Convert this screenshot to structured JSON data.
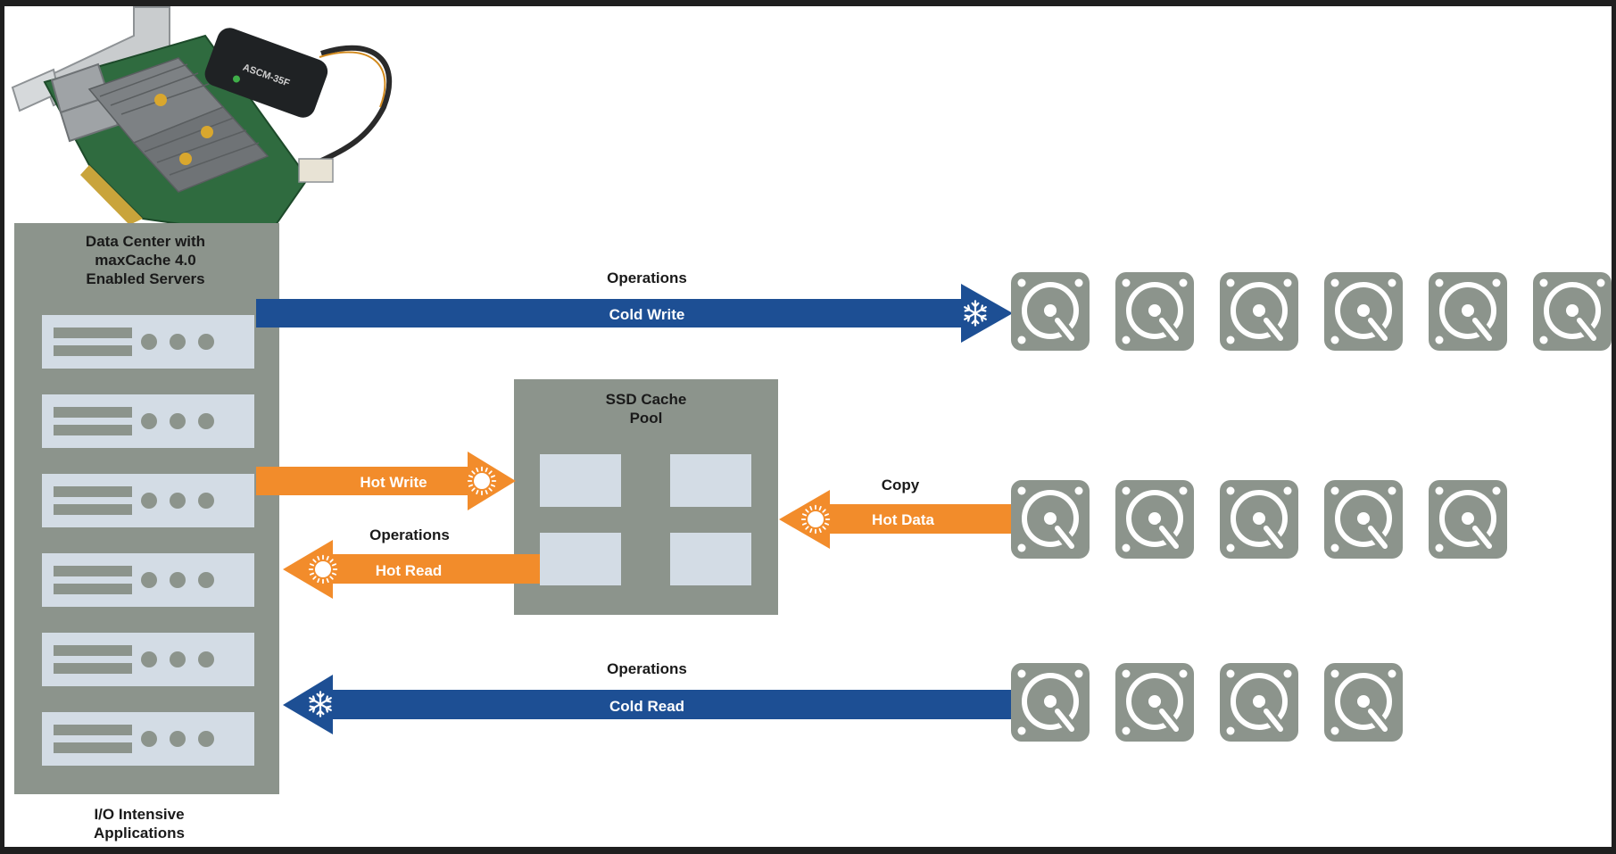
{
  "colors": {
    "background": "#ffffff",
    "frame": "#1f1f1f",
    "server_panel": "#8c948c",
    "server_unit": "#d3dce5",
    "cold": "#1d4f94",
    "hot": "#f28c2b",
    "disk": "#8c948c",
    "cache_slot": "#d3dce5",
    "label": "#1a1a1a",
    "arrow_text": "#ffffff"
  },
  "server_panel": {
    "title_lines": [
      "Data Center with",
      "maxCache 4.0",
      "Enabled Servers"
    ],
    "caption_lines": [
      "I/O Intensive",
      "Applications"
    ],
    "unit_count": 6
  },
  "hardware_image": {
    "icon": "raid-adapter-card-image",
    "label_text": "ASCM-35F"
  },
  "cache_pool": {
    "title_lines": [
      "SSD Cache",
      "Pool"
    ],
    "slot_count": 4
  },
  "flows": {
    "cold_write": {
      "caption": "Operations",
      "label": "Cold Write",
      "icon": "snowflake-icon"
    },
    "hot_write": {
      "label": "Hot Write",
      "icon": "sun-icon"
    },
    "hot_read": {
      "caption": "Operations",
      "label": "Hot Read",
      "icon": "sun-icon"
    },
    "copy_hot_data": {
      "caption": "Copy",
      "label": "Hot Data",
      "icon": "sun-icon"
    },
    "cold_read": {
      "caption": "Operations",
      "label": "Cold Read",
      "icon": "snowflake-icon"
    }
  },
  "disk_rows": {
    "row1_count": 6,
    "row2_count": 5,
    "row3_count": 4,
    "icon": "hard-disk-icon"
  }
}
